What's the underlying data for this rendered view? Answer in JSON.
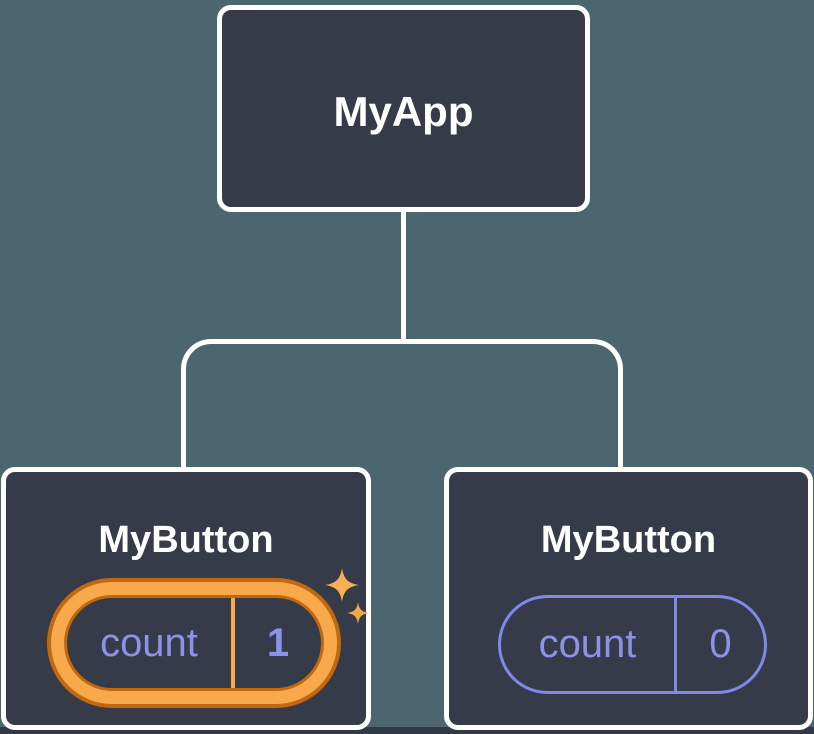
{
  "tree": {
    "root": {
      "label": "MyApp"
    },
    "children": [
      {
        "label": "MyButton",
        "state": {
          "key": "count",
          "value": "1"
        },
        "highlighted": true,
        "icon": "sparkles-icon"
      },
      {
        "label": "MyButton",
        "state": {
          "key": "count",
          "value": "0"
        },
        "highlighted": false
      }
    ]
  },
  "colors": {
    "background": "#4c6670",
    "node_fill": "#353b48",
    "node_border": "#ffffff",
    "connector": "#ffffff",
    "state_text": "#8b93e8",
    "state_border": "#7f89e8",
    "highlight_ring": "#f7a94c",
    "highlight_ring_edge": "#c2690f",
    "sparkle": "#f8b056",
    "bottom_strip": "#333947"
  }
}
